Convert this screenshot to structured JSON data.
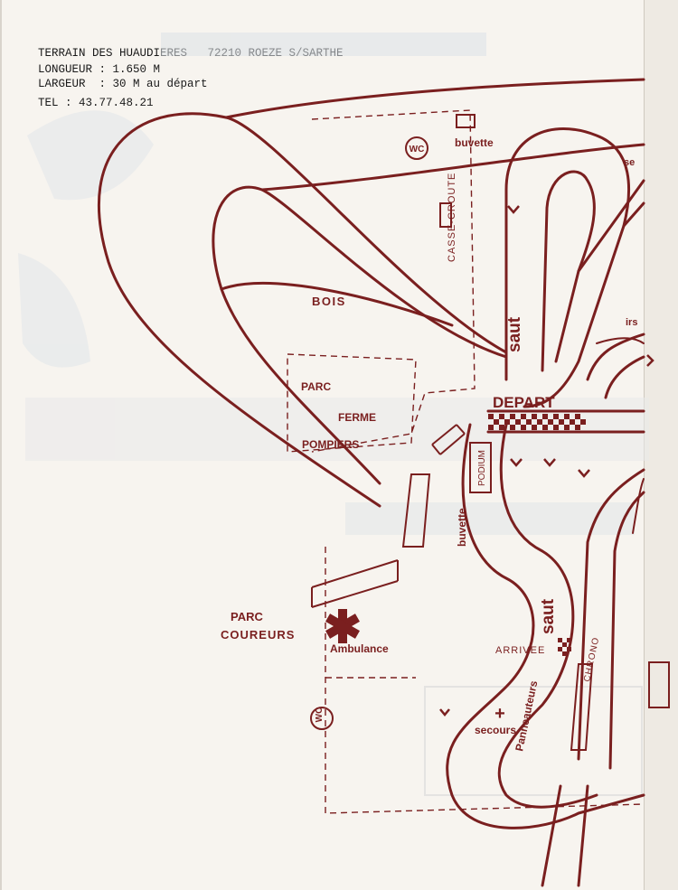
{
  "header": {
    "line1": "TERRAIN DES HUAUDIERES   72210 ROEZE S/SARTHE",
    "line2": "LONGUEUR : 1.650 M",
    "line3": "LARGEUR  : 30 M au départ",
    "tel": "TEL : 43.77.48.21"
  },
  "map": {
    "buvette_top": "buvette",
    "wc": "WC",
    "casse_croute": "CASSE-CROUTE",
    "bois": "BOIS",
    "saut": "saut",
    "parc": "PARC",
    "ferme": "FERME",
    "pompiers": "POMPIERS",
    "depart": "DEPART",
    "podium": "PODIUM",
    "buvette_mid": "buvette",
    "parc_coureurs_1": "PARC",
    "parc_coureurs_2": "COUREURS",
    "ambulance": "Ambulance",
    "arrivee": "ARRIVEE",
    "chrono": "CHRONO",
    "panneauteurs": "Panneauteurs",
    "secours": "secours",
    "edge_top": "se",
    "edge_mid": "irs"
  },
  "colors": {
    "ink": "#7a1f1f",
    "ghost": "#d2d8de",
    "paper": "#f7f4ef"
  }
}
